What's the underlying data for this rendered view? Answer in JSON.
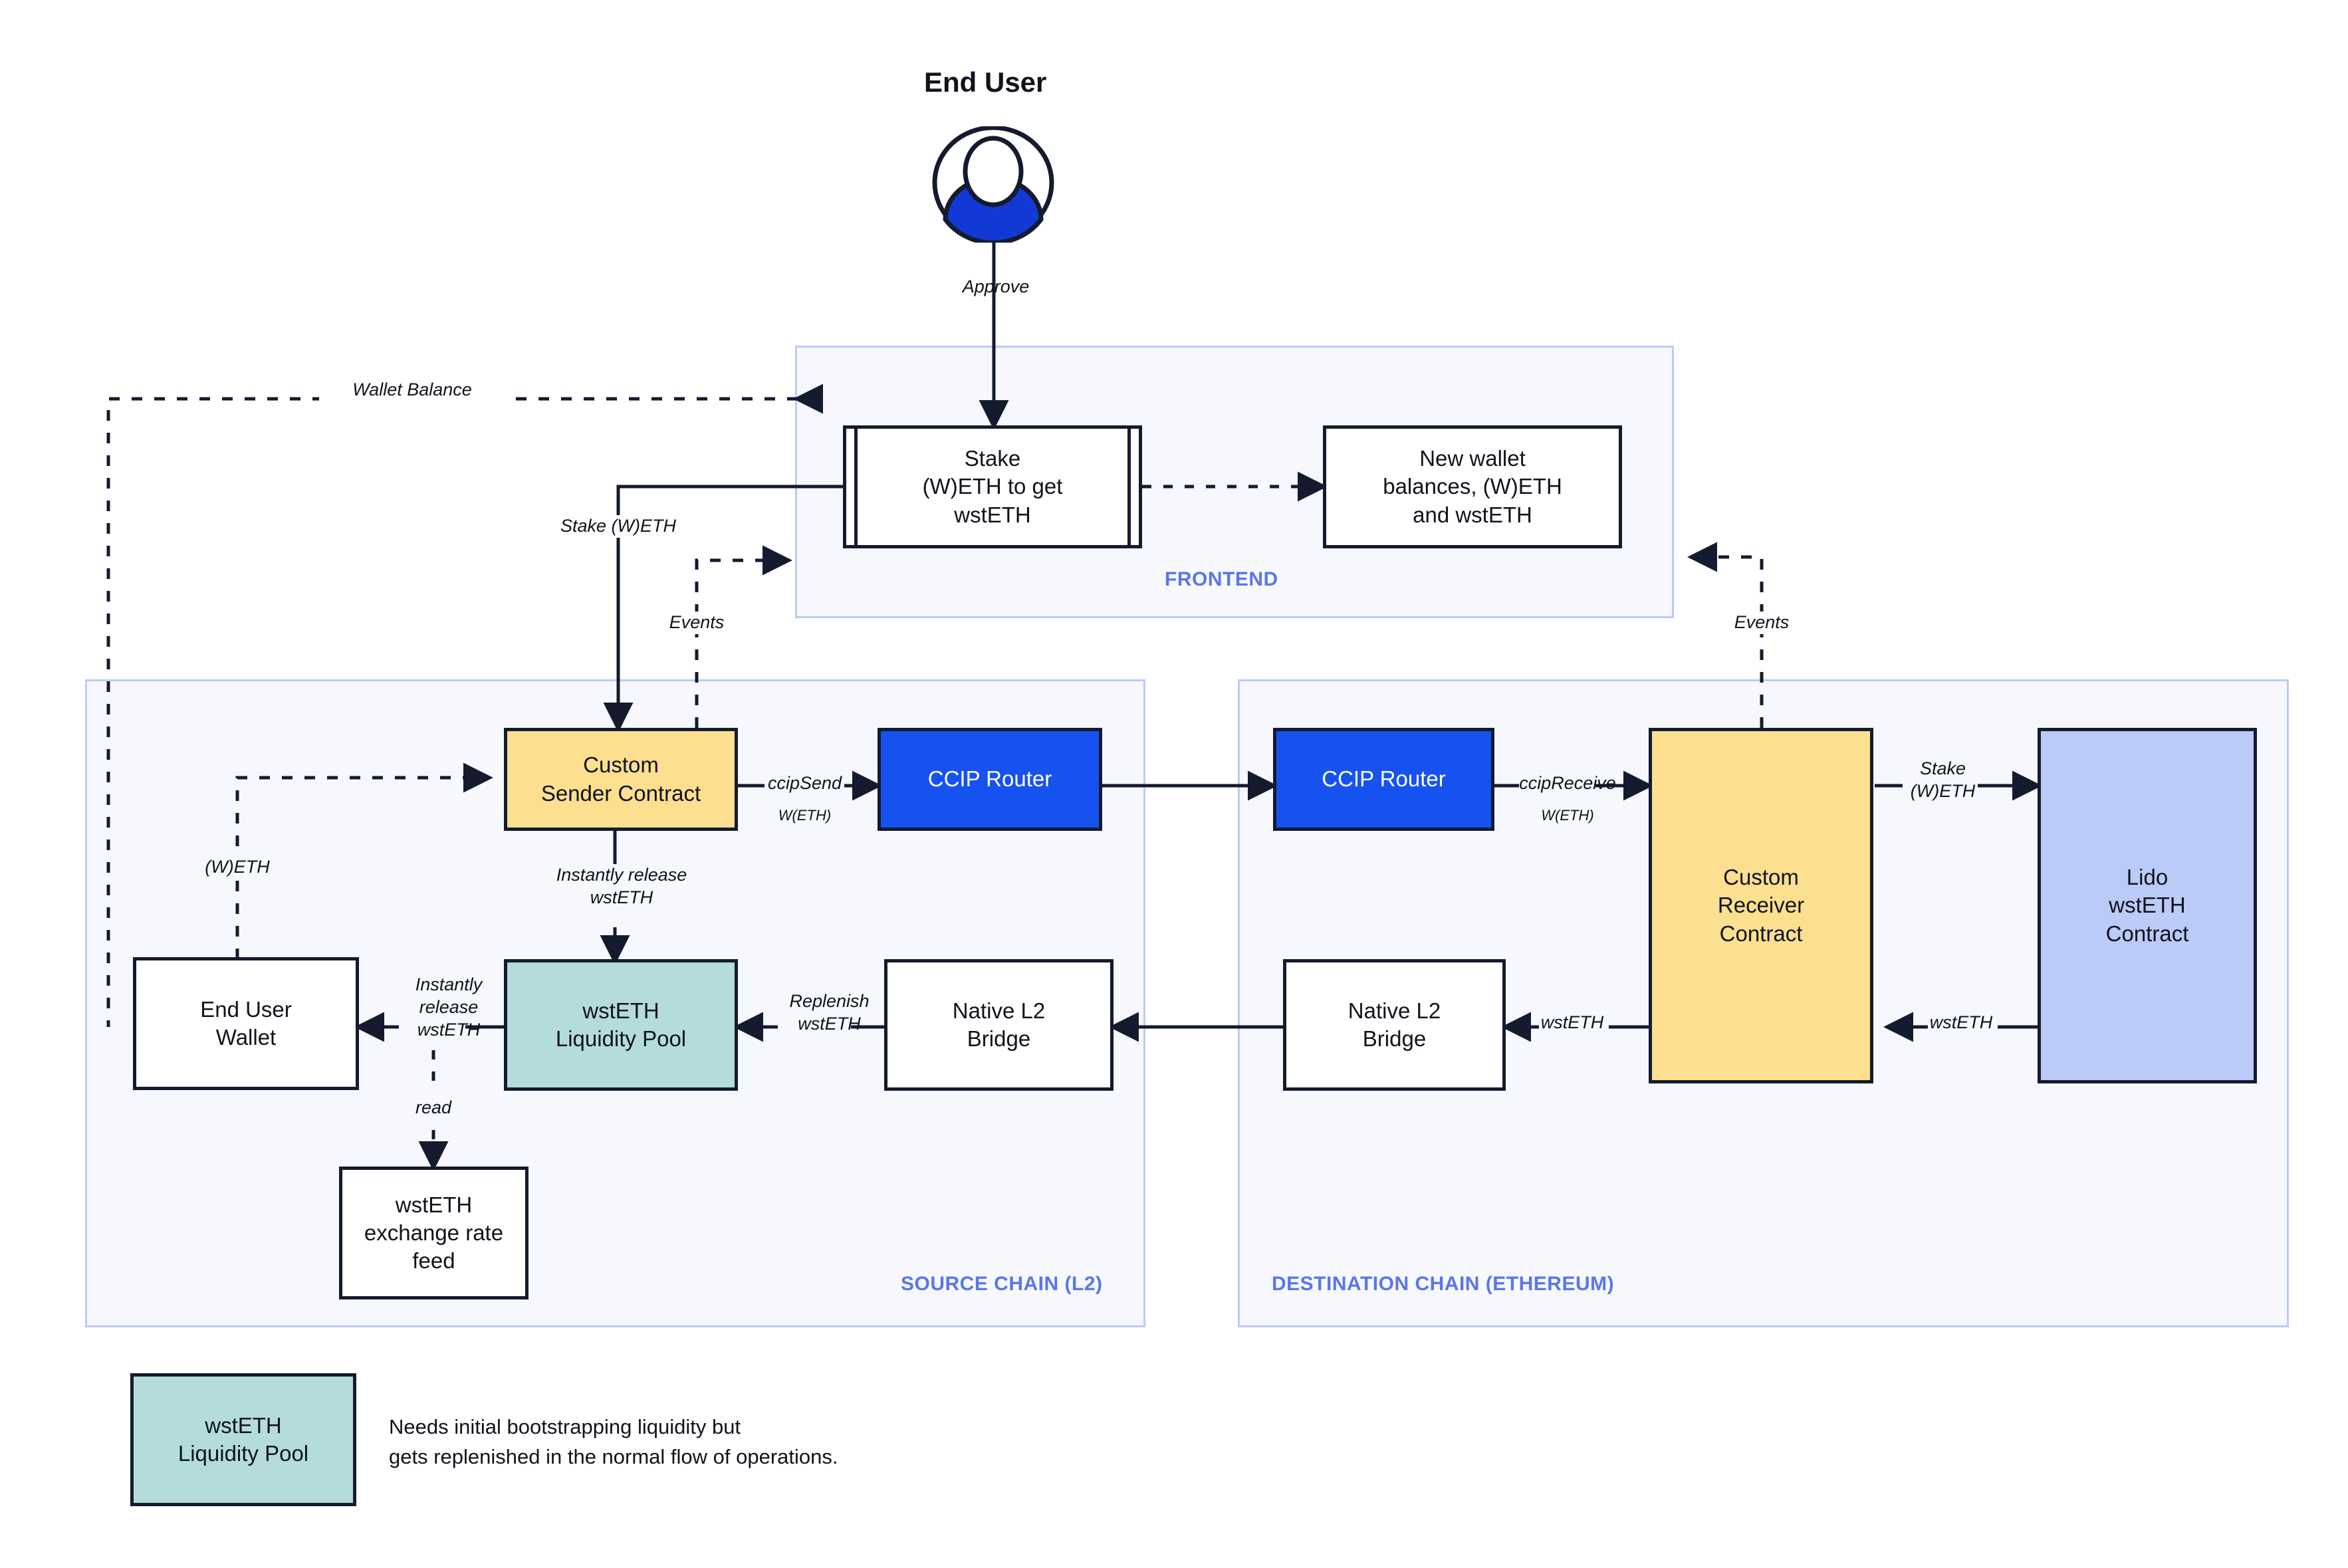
{
  "diagram": {
    "title": "End User",
    "actor": {
      "name": "End User",
      "icon": "user-avatar-icon"
    }
  },
  "panels": [
    {
      "id": "frontend",
      "label": "FRONTEND"
    },
    {
      "id": "source",
      "label": "SOURCE CHAIN (L2)"
    },
    {
      "id": "destination",
      "label": "DESTINATION CHAIN (ETHEREUM)"
    }
  ],
  "nodes": {
    "stake_form": "Stake\n(W)ETH to get\nwstETH",
    "new_balances": "New wallet\nbalances, (W)ETH\nand wstETH",
    "sender_contract": "Custom\nSender Contract",
    "ccip_router_src": "CCIP Router",
    "ccip_router_dst": "CCIP Router",
    "receiver_contract": "Custom\nReceiver\nContract",
    "lido_contract": "Lido\nwstETH\nContract",
    "end_user_wallet": "End User\nWallet",
    "liquidity_pool": "wstETH\nLiquidity Pool",
    "native_bridge_src": "Native L2\nBridge",
    "native_bridge_dst": "Native L2\nBridge",
    "rate_feed": "wstETH\nexchange rate\nfeed"
  },
  "edge_labels": {
    "approve": "Approve",
    "wallet_balance": "Wallet Balance",
    "stake_weth": "Stake (W)ETH",
    "events_left": "Events",
    "events_right": "Events",
    "weth": "(W)ETH",
    "ccip_send": "ccipSend",
    "ccip_send_sub": "W(ETH)",
    "ccip_receive": "ccipReceive",
    "ccip_receive_sub": "W(ETH)",
    "stake_weth_dst": "Stake\n(W)ETH",
    "instantly_release_wsteth_v": "Instantly release\nwstETH",
    "instantly_release_wsteth_h": "Instantly\nrelease\nwstETH",
    "replenish_wsteth": "Replenish\nwstETH",
    "wsteth_mid": "wstETH",
    "wsteth_right": "wstETH",
    "read": "read"
  },
  "legend": {
    "swatch_label": "wstETH\nLiquidity Pool",
    "note": "Needs initial bootstrapping liquidity but\ngets replenished in the normal flow of operations."
  },
  "colors": {
    "amber": "#FCDF8F",
    "teal": "#B3DCDB",
    "blue": "#1652F0",
    "lavender": "#BACBF7",
    "panel_bg": "#F6F8FE",
    "panel_border": "#BACBF7",
    "panel_label": "#5B76E8",
    "stroke": "#141B2E"
  }
}
